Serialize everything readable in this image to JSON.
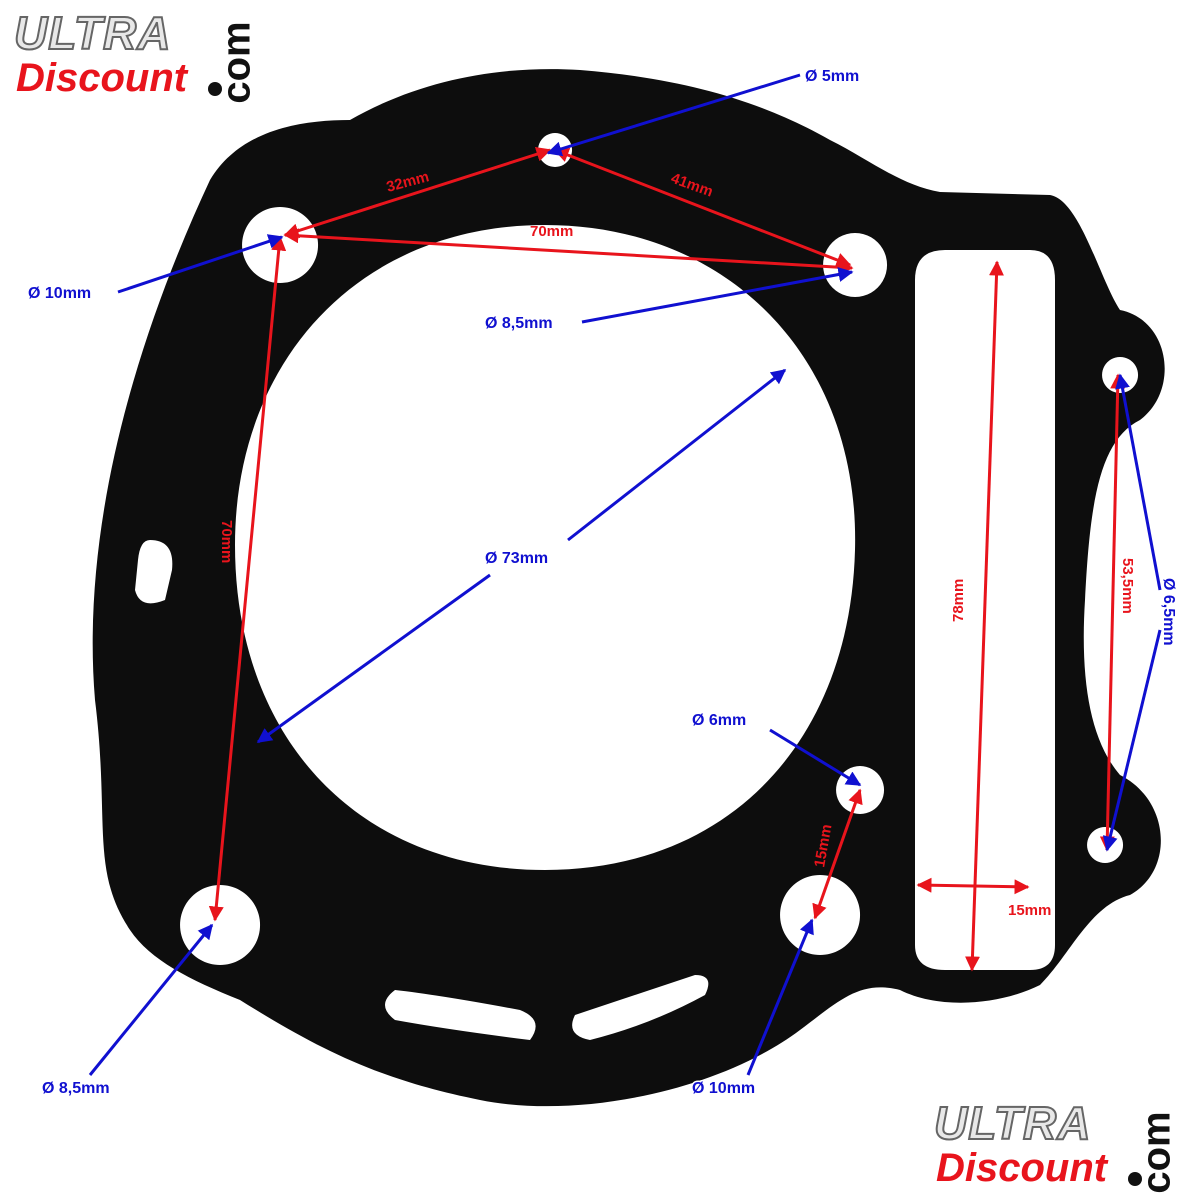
{
  "logo": {
    "ultra": "ULTRA",
    "discount": "Discount",
    "com": "com"
  },
  "colors": {
    "gasket": "#0d0d0d",
    "red": "#e8141c",
    "blue": "#1010d0"
  },
  "labels": {
    "top_hole": "Ø 5mm",
    "top_left_hole": "Ø 10mm",
    "top_right_hole": "Ø 8,5mm",
    "bore": "Ø 73mm",
    "right_holes": "Ø 6,5mm",
    "small_hole": "Ø 6mm",
    "bottom_left_hole": "Ø 8,5mm",
    "bottom_right_hole": "Ø 10mm"
  },
  "dimensions": {
    "a": "32mm",
    "b": "41mm",
    "c": "70mm",
    "d": "70mm",
    "e": "78mm",
    "f": "53,5mm",
    "g": "15mm",
    "h": "15mm"
  }
}
